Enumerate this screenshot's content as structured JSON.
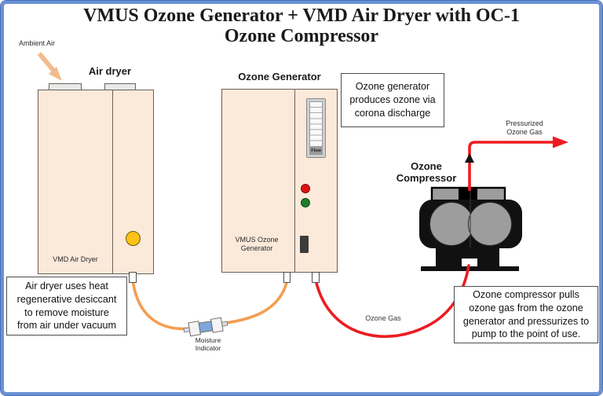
{
  "title": "VMUS Ozone Generator + VMD Air Dryer with OC-1\nOzone Compressor",
  "colors": {
    "frame_blue": "#6b92d4",
    "frame_edge": "#4a70b8",
    "peach": "#fbe9da",
    "unit_border": "#6b6258",
    "orange_tube": "#f49d51",
    "arrow_orange": "#f3bb8d",
    "red": "#ec1c20",
    "yellow": "#fdc216",
    "led_red": "#dd1111",
    "led_green": "#1d7f2a",
    "indicator_blue": "#7ea7da",
    "compressor_gray": "#9d9d9d",
    "compressor_black": "#111111"
  },
  "labels": {
    "ambient_air": "Ambient Air",
    "air_dryer_heading": "Air dryer",
    "vmd_unit": "VMD Air Dryer",
    "moisture_indicator": "Moisture\nIndicator",
    "ozone_generator_heading": "Ozone Generator",
    "vmus_unit": "VMUS Ozone\nGenerator",
    "flow_meter": "Flow",
    "ozone_compressor_heading": "Ozone\nCompressor",
    "ozone_gas": "Ozone Gas",
    "pressurized_ozone_gas": "Pressurized\nOzone Gas"
  },
  "callouts": {
    "dryer_note": "Air dryer uses heat\nregenerative desiccant\nto remove moisture\nfrom air under vacuum",
    "generator_note": "Ozone generator\nproduces ozone via\ncorona discharge",
    "compressor_note": "Ozone compressor pulls\nozone gas from the ozone\ngenerator and pressurizes to\npump to the point of use."
  }
}
